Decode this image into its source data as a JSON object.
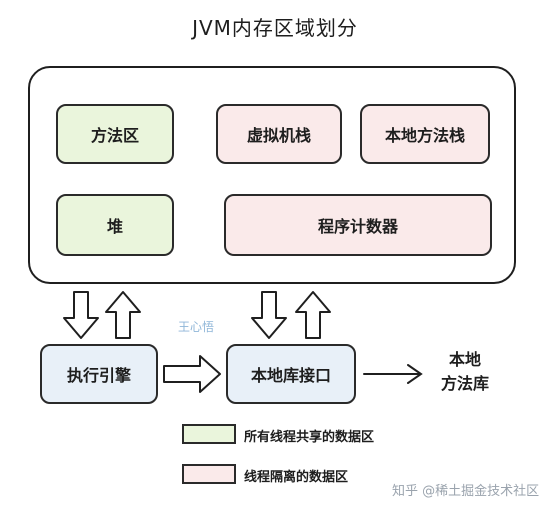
{
  "title": "JVM内存区域划分",
  "regions": {
    "method_area": "方法区",
    "vm_stack": "虚拟机栈",
    "native_method_stack": "本地方法栈",
    "heap": "堆",
    "program_counter": "程序计数器"
  },
  "execution_engine": "执行引擎",
  "native_interface": "本地库接口",
  "native_library": [
    "本地",
    "方法库"
  ],
  "legend": {
    "shared": "所有线程共享的数据区",
    "isolated": "线程隔离的数据区"
  },
  "watermarks": {
    "center": "王心悟",
    "bottom": "知乎 @稀土掘金技术社区"
  },
  "colors": {
    "shared": "#eaf5dc",
    "isolated": "#faeaea",
    "engine": "#e8f0f8"
  }
}
